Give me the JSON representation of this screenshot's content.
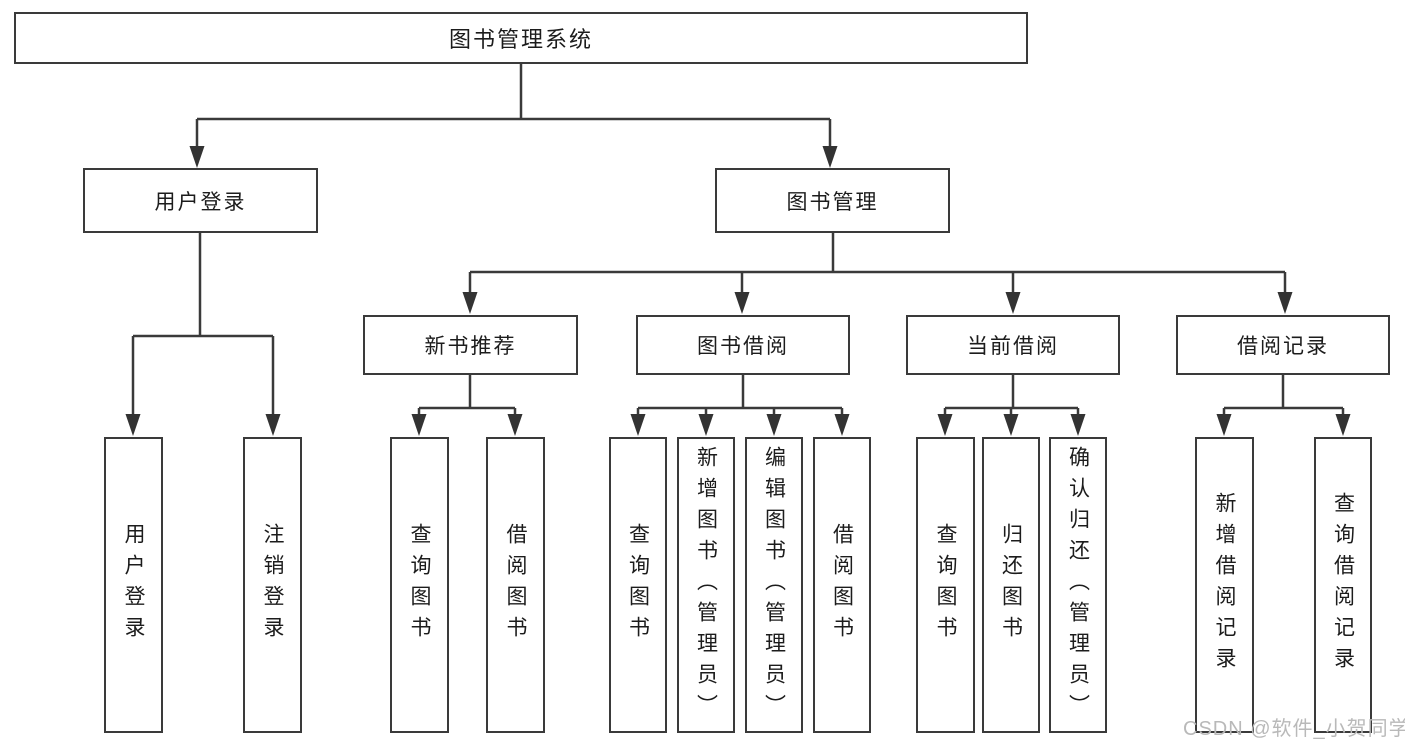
{
  "nodes": {
    "root": "图书管理系统",
    "user_login": "用户登录",
    "book_management": "图书管理",
    "new_book_recommend": "新书推荐",
    "book_borrow": "图书借阅",
    "current_borrow": "当前借阅",
    "borrow_records": "借阅记录",
    "leaves": {
      "user_login": [
        "用户登录",
        "注销登录"
      ],
      "new_book_recommend": [
        "查询图书",
        "借阅图书"
      ],
      "book_borrow": [
        "查询图书",
        "新增图书（管理员）",
        "编辑图书（管理员）",
        "借阅图书"
      ],
      "current_borrow": [
        "查询图书",
        "归还图书",
        "确认归还（管理员）"
      ],
      "borrow_records": [
        "新增借阅记录",
        "查询借阅记录"
      ]
    }
  },
  "watermark": {
    "text": "CSDN @软件_小贺同学"
  },
  "colors": {
    "line": "#3a3a3a",
    "arrow": "#333333",
    "box_border": "#3a3a3a",
    "text": "#1c1c1c",
    "watermark": "#b9b9b9",
    "background": "#ffffff"
  }
}
